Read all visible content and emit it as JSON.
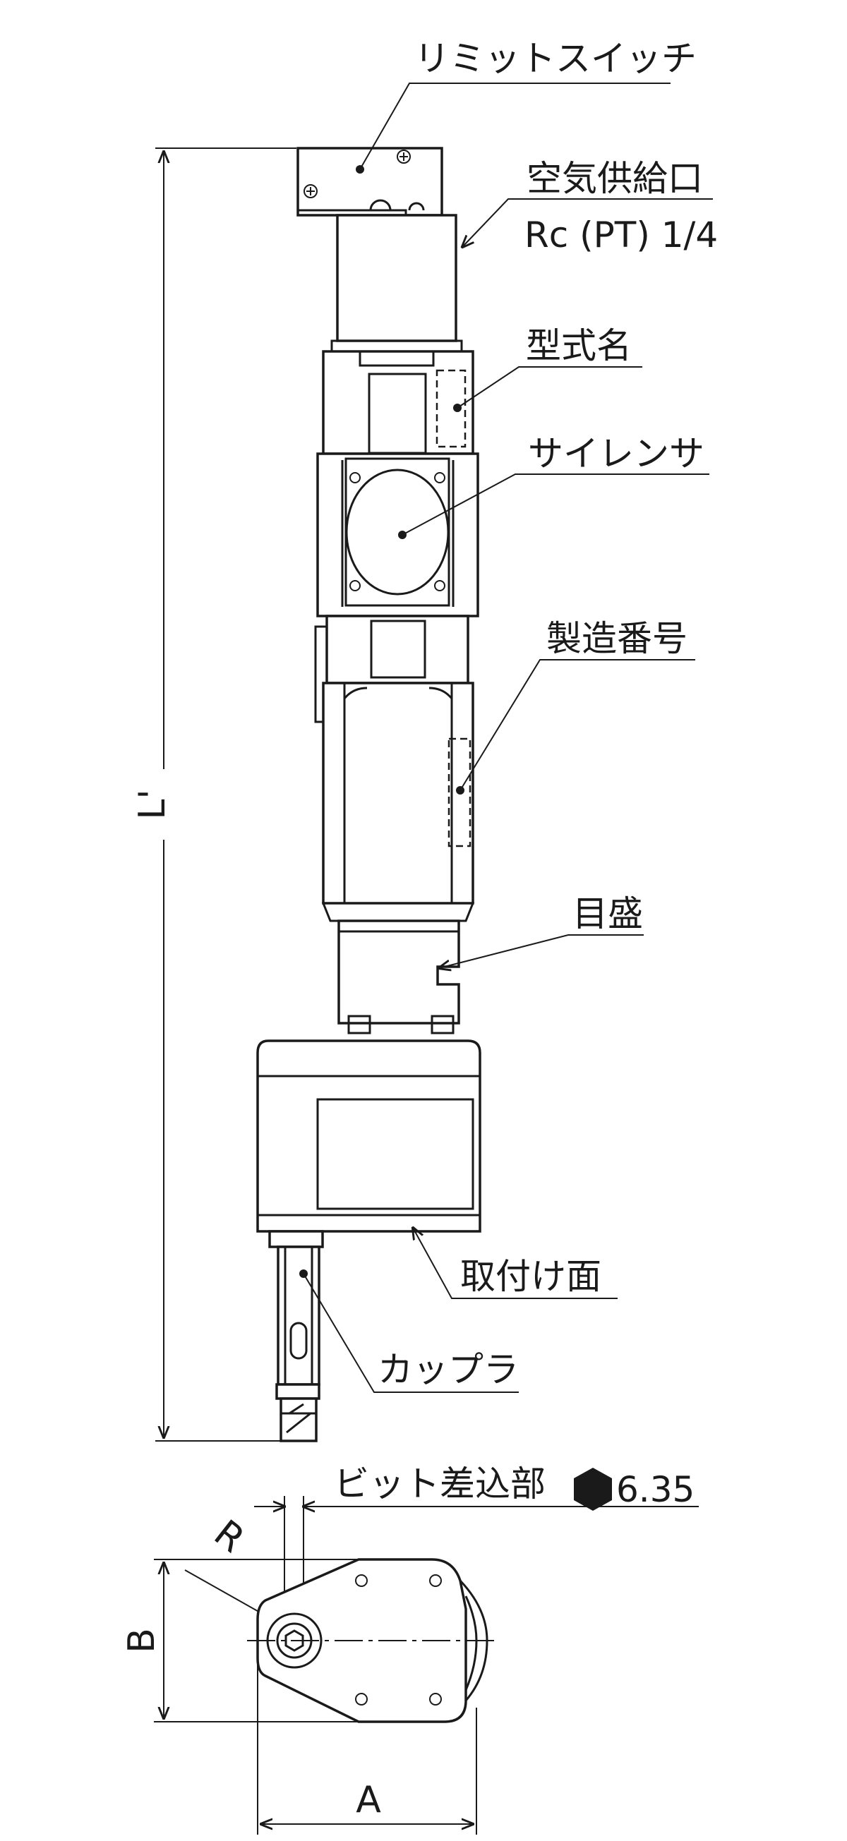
{
  "labels": {
    "limit_switch": "リミットスイッチ",
    "air_inlet": "空気供給口",
    "air_inlet_spec": "Rc (PT) 1/4",
    "model_name": "型式名",
    "silencer": "サイレンサ",
    "serial_number": "製造番号",
    "scale": "目盛",
    "mounting_face": "取付け面",
    "coupler": "カップラ",
    "bit_insert": "ビット差込部",
    "bit_size": "6.35"
  },
  "dimensions": {
    "length": "L'",
    "radius": "R",
    "height_b": "B",
    "width_a": "A"
  },
  "icons": {
    "hexagon": "hexagon-icon"
  },
  "colors": {
    "line": "#1a1a1a",
    "background": "#ffffff"
  }
}
